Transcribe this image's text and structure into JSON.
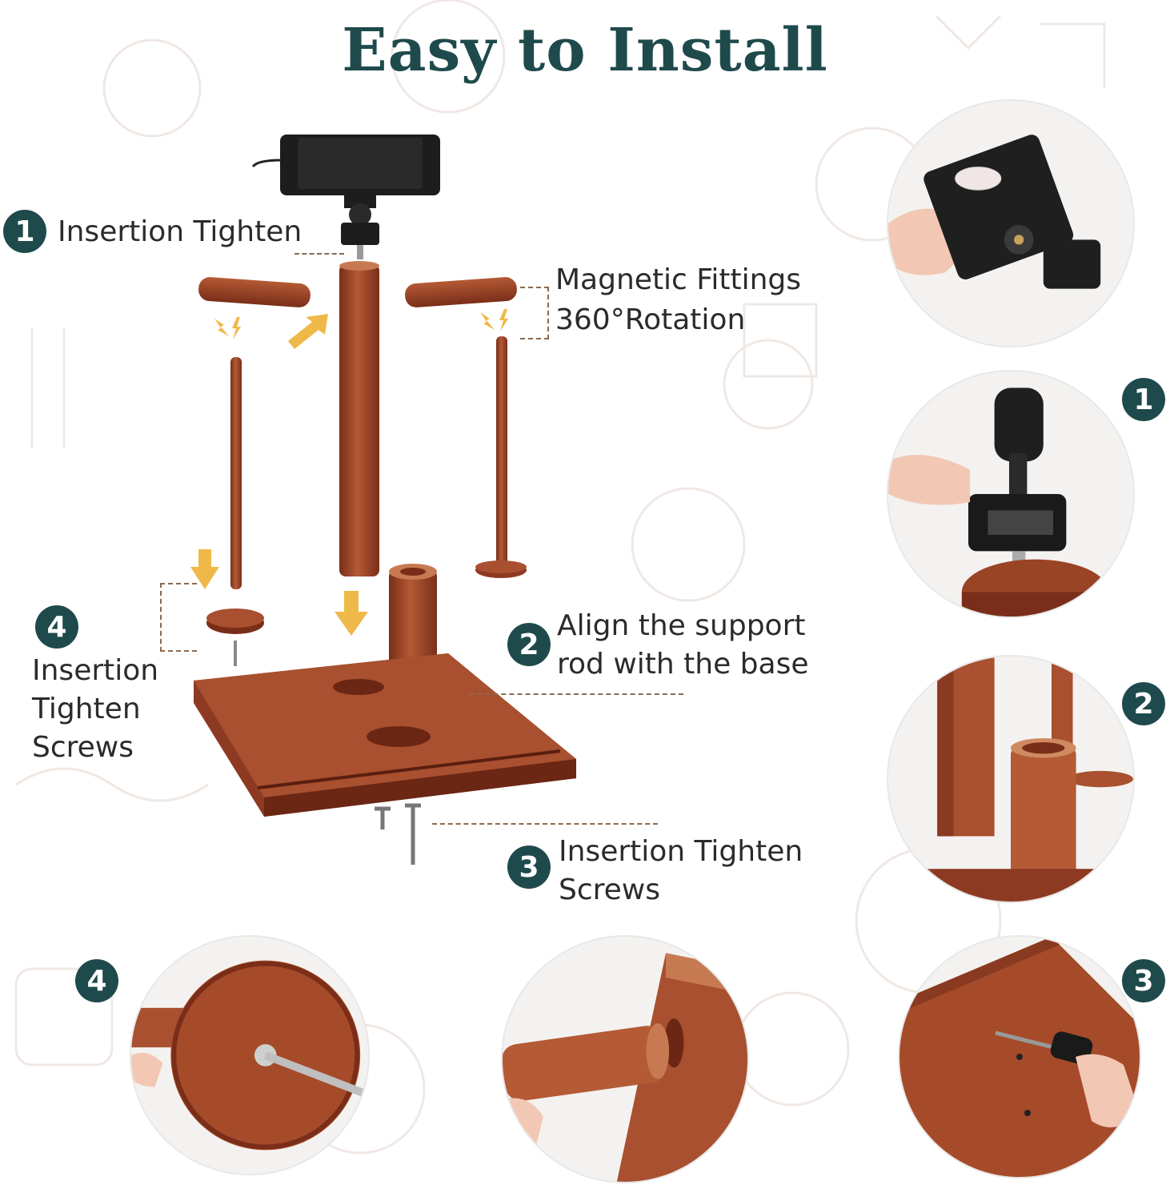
{
  "title": "Easy to Install",
  "steps": {
    "step1": {
      "number": "1",
      "label": "Insertion Tighten"
    },
    "magnetic": {
      "line1": "Magnetic Fittings",
      "line2": "360°Rotation"
    },
    "step2": {
      "number": "2",
      "line1": "Align the support",
      "line2": "rod with the base"
    },
    "step3": {
      "number": "3",
      "line1": "Insertion Tighten",
      "line2": "Screws"
    },
    "step4": {
      "number": "4",
      "line1": "Insertion",
      "line2": "Tighten",
      "line3": "Screws"
    }
  },
  "detail_badges": {
    "right_1": "1",
    "right_2": "2",
    "right_3": "3",
    "bottom_4": "4"
  },
  "colors": {
    "title": "#1f4a4c",
    "badge": "#1f4a4c",
    "wood": "#8e3a22",
    "wood_light": "#a8502f",
    "arrow": "#efb94a",
    "phone_holder": "#1d1d1d"
  },
  "icons": [
    "phone-holder-icon",
    "arrow-icon",
    "lightning-icon",
    "screw-icon",
    "screwdriver-icon"
  ]
}
